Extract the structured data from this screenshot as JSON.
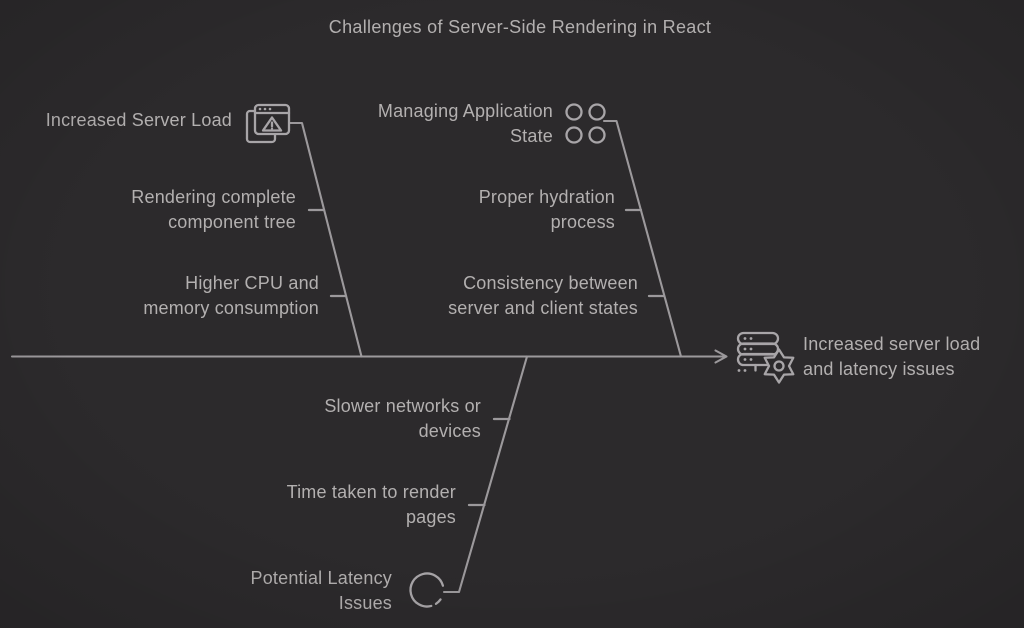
{
  "title": "Challenges of Server-Side Rendering in React",
  "diagram_type": "fishbone",
  "effect": {
    "icon": "server-gear-icon",
    "label": "Increased server load and latency issues",
    "lines": [
      "Increased server load",
      "and latency issues"
    ]
  },
  "branches": [
    {
      "label": "Increased Server Load",
      "label_lines": [
        "Increased Server Load"
      ],
      "icon": "browser-warning-icon",
      "side": "top",
      "causes": [
        {
          "label": "Rendering complete component tree",
          "lines": [
            "Rendering complete",
            "component tree"
          ]
        },
        {
          "label": "Higher CPU and memory consumption",
          "lines": [
            "Higher CPU and",
            "memory consumption"
          ]
        }
      ]
    },
    {
      "label": "Managing Application State",
      "label_lines": [
        "Managing Application",
        "State"
      ],
      "icon": "state-circles-icon",
      "side": "top",
      "causes": [
        {
          "label": "Proper hydration process",
          "lines": [
            "Proper hydration",
            "process"
          ]
        },
        {
          "label": "Consistency between server and client states",
          "lines": [
            "Consistency between",
            "server and client states"
          ]
        }
      ]
    },
    {
      "label": "Potential Latency Issues",
      "label_lines": [
        "Potential Latency",
        "Issues"
      ],
      "icon": "latency-circle-icon",
      "side": "bottom",
      "causes": [
        {
          "label": "Slower networks or devices",
          "lines": [
            "Slower networks or",
            "devices"
          ]
        },
        {
          "label": "Time taken to render pages",
          "lines": [
            "Time taken to render",
            "pages"
          ]
        }
      ]
    }
  ],
  "colors": {
    "background": "#2c2a2c",
    "text": "#b3b0b0",
    "line": "#9c999c",
    "icon": "#a8a5a8"
  }
}
